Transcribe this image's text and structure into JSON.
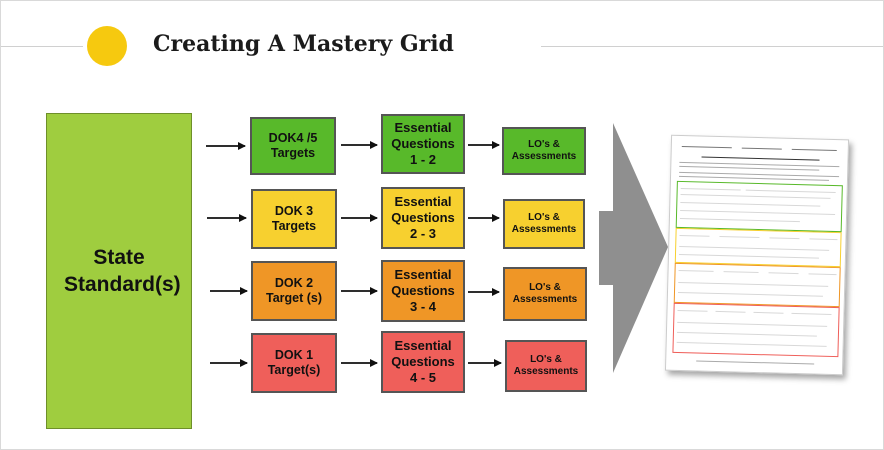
{
  "header": {
    "title": "Creating A Mastery Grid"
  },
  "root": {
    "label": "State Standard(s)"
  },
  "rows": [
    {
      "color": "green",
      "targets": "DOK4 /5 Targets",
      "questions": "Essential Questions 1 - 2",
      "assessments": "LO's & Assessments"
    },
    {
      "color": "yellow",
      "targets": "DOK 3 Targets",
      "questions": "Essential Questions 2 - 3",
      "assessments": "LO's & Assessments"
    },
    {
      "color": "orange",
      "targets": "DOK 2 Target (s)",
      "questions": "Essential Questions 3 - 4",
      "assessments": "LO's & Assessments"
    },
    {
      "color": "red",
      "targets": "DOK 1 Target(s)",
      "questions": "Essential Questions 4 - 5",
      "assessments": "LO's & Assessments"
    }
  ],
  "colors": {
    "green": "#58b92a",
    "yellow": "#f7d02f",
    "orange": "#ef9626",
    "red": "#ef5f5a",
    "standard": "#9fcd3f",
    "accent_dot": "#f6c90f"
  },
  "document_preview": {
    "icon": "mastery-grid-document-thumbnail"
  }
}
